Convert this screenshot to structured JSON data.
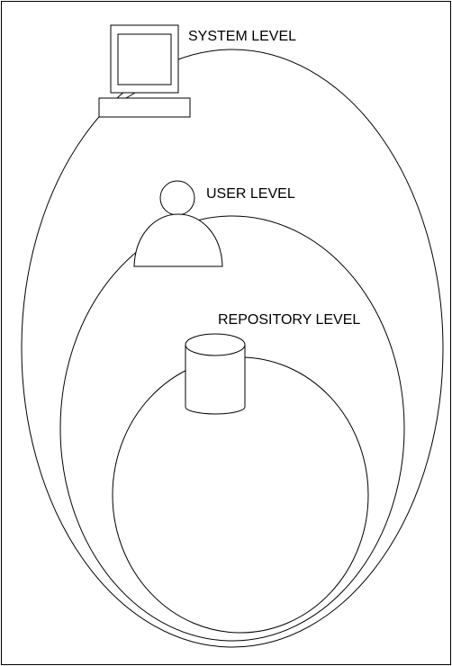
{
  "labels": {
    "system": "SYSTEM LEVEL",
    "user": "USER LEVEL",
    "repository": "REPOSITORY LEVEL"
  },
  "colors": {
    "background": "#ffffff",
    "stroke": "#000000"
  },
  "icons": {
    "system": "computer-icon",
    "user": "user-icon",
    "repository": "database-icon"
  }
}
